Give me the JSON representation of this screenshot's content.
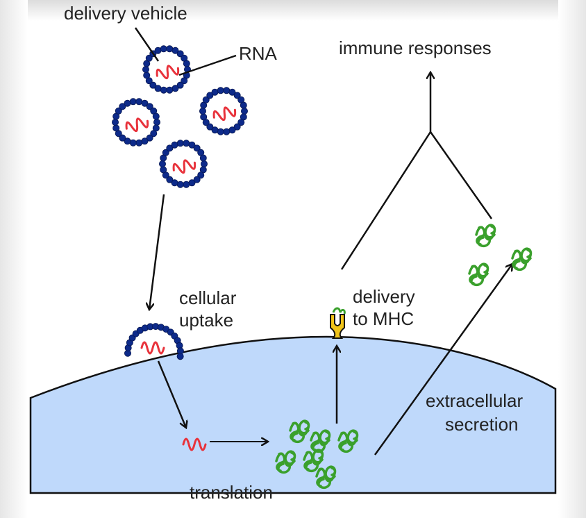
{
  "labels": {
    "delivery_vehicle": "delivery vehicle",
    "rna": "RNA",
    "immune_responses": "immune responses",
    "cellular_uptake_1": "cellular",
    "cellular_uptake_2": "uptake",
    "delivery_mhc_1": "delivery",
    "delivery_mhc_2": "to MHC",
    "extracellular_1": "extracellular",
    "extracellular_2": "secretion",
    "translation": "translation"
  },
  "colors": {
    "cell": "#bfd9fb",
    "vehicle_bead": "#0d2a8a",
    "rna": "#e8323b",
    "protein": "#3aa02c",
    "mhc": "#f0c419"
  }
}
